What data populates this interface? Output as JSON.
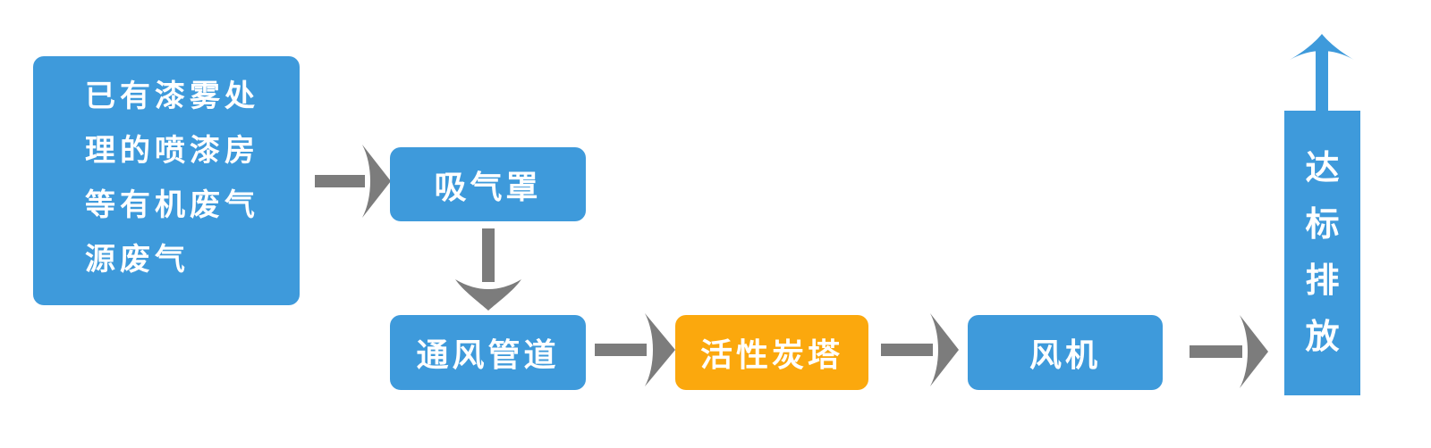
{
  "flowchart": {
    "source_box": {
      "lines": {
        "l1": "已有漆雾处",
        "l2": "理的喷漆房",
        "l3": "等有机废气",
        "l4": "源废气"
      }
    },
    "nodes": [
      {
        "id": "suction-hood",
        "label": "吸气罩",
        "color": "#3E9ADB"
      },
      {
        "id": "ventilation-duct",
        "label": "通风管道",
        "color": "#3E9ADB"
      },
      {
        "id": "activated-carbon-tower",
        "label": "活性炭塔",
        "color": "#FBA80D"
      },
      {
        "id": "fan",
        "label": "风机",
        "color": "#3E9ADB"
      },
      {
        "id": "compliant-discharge",
        "label": "达标排放",
        "color": "#3E9ADB"
      }
    ],
    "arrows": [
      {
        "from": "source-box",
        "to": "suction-hood",
        "direction": "right",
        "color": "#7C7C7C"
      },
      {
        "from": "suction-hood",
        "to": "ventilation-duct",
        "direction": "down",
        "color": "#7C7C7C"
      },
      {
        "from": "ventilation-duct",
        "to": "activated-carbon-tower",
        "direction": "right",
        "color": "#7C7C7C"
      },
      {
        "from": "activated-carbon-tower",
        "to": "fan",
        "direction": "right",
        "color": "#7C7C7C"
      },
      {
        "from": "fan",
        "to": "compliant-discharge",
        "direction": "right",
        "color": "#7C7C7C"
      },
      {
        "from": "compliant-discharge",
        "to": "exhaust",
        "direction": "up",
        "color": "#3E9ADB"
      }
    ],
    "colors": {
      "node_blue": "#3E9ADB",
      "node_orange": "#FBA80D",
      "arrow_gray": "#7C7C7C",
      "text_white": "#ffffff",
      "background": "#ffffff"
    }
  }
}
